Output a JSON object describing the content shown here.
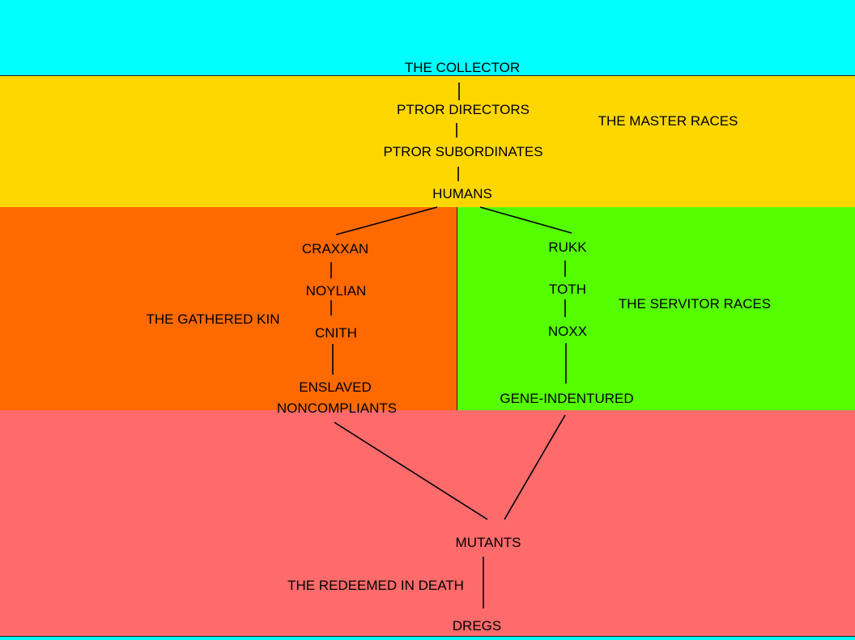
{
  "colors": {
    "top": "#00ffff",
    "master": "#ffd700",
    "kin": "#ff6a00",
    "servitor": "#55ff00",
    "redeemed": "#ff6b6b",
    "line": "#000000"
  },
  "nodes": {
    "collector": "THE COLLECTOR",
    "ptror_directors": "PTROR DIRECTORS",
    "ptror_subordinates": "PTROR SUBORDINATES",
    "humans": "HUMANS",
    "craxxan": "CRAXXAN",
    "noylian": "NOYLIAN",
    "cnith": "CNITH",
    "enslaved_1": "ENSLAVED",
    "enslaved_2": "NONCOMPLIANTS",
    "rukk": "RUKK",
    "toth": "TOTH",
    "noxx": "NOXX",
    "gene_indentured": "GENE-INDENTURED",
    "mutants": "MUTANTS",
    "dregs": "DREGS"
  },
  "groups": {
    "master": "THE MASTER RACES",
    "kin": "THE GATHERED KIN",
    "servitor": "THE SERVITOR RACES",
    "redeemed": "THE REDEEMED IN DEATH"
  }
}
